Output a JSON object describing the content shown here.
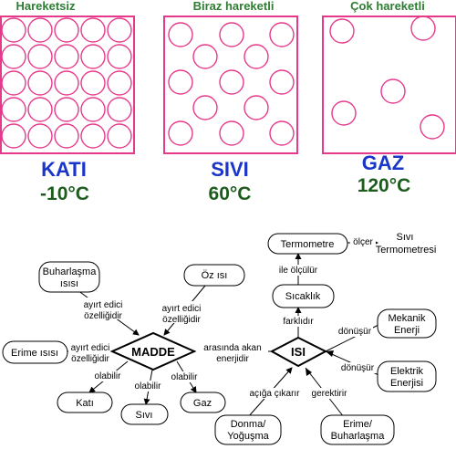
{
  "states": [
    {
      "header": "Hareketsiz",
      "name": "KATI",
      "temp": "-10°C"
    },
    {
      "header": "Biraz hareketli",
      "name": "SIVI",
      "temp": "60°C"
    },
    {
      "header": "Çok hareketli",
      "name": "GAZ",
      "temp": "120°C"
    }
  ],
  "concept_map": {
    "madde": "MADDE",
    "isi": "ISI",
    "nodes": {
      "termometre": "Termometre",
      "sivi_termometresi_1": "Sıvı",
      "sivi_termometresi_2": "Termometresi",
      "sicaklik": "Sıcaklık",
      "buharlasma_isisi_1": "Buharlaşma",
      "buharlasma_isisi_2": "ısısı",
      "oz_isi": "Öz ısı",
      "erime_isisi": "Erime ısısı",
      "mekanik_1": "Mekanik",
      "mekanik_2": "Enerji",
      "elektrik_1": "Elektrik",
      "elektrik_2": "Enerjisi",
      "kati": "Katı",
      "sivi": "Sıvı",
      "gaz": "Gaz",
      "donma_1": "Donma/",
      "donma_2": "Yoğuşma",
      "erime_1": "Erime/",
      "erime_2": "Buharlaşma"
    },
    "links": {
      "olcer": "ölçer",
      "ile_olculur": "ile ölçülür",
      "farklidir": "farklıdır",
      "ayirt1_a": "ayırt edici",
      "ayirt1_b": "özelliğidir",
      "ayirt2_a": "ayırt edici",
      "ayirt2_b": "özelliğidir",
      "ayirt3_a": "ayırt edici",
      "ayirt3_b": "özelliğidir",
      "arasinda_a": "arasında akan",
      "arasinda_b": "enerjidir",
      "donusur1": "dönüşür",
      "donusur2": "dönüşür",
      "olabilir1": "olabilir",
      "olabilir2": "olabilir",
      "olabilir3": "olabilir",
      "aciga": "açığa çıkarır",
      "gerektirir": "gerektirir"
    }
  },
  "colors": {
    "particle": "#e6398c",
    "state": "#1a35c9",
    "temp": "#1e5c1e",
    "header": "#2e7d32"
  }
}
